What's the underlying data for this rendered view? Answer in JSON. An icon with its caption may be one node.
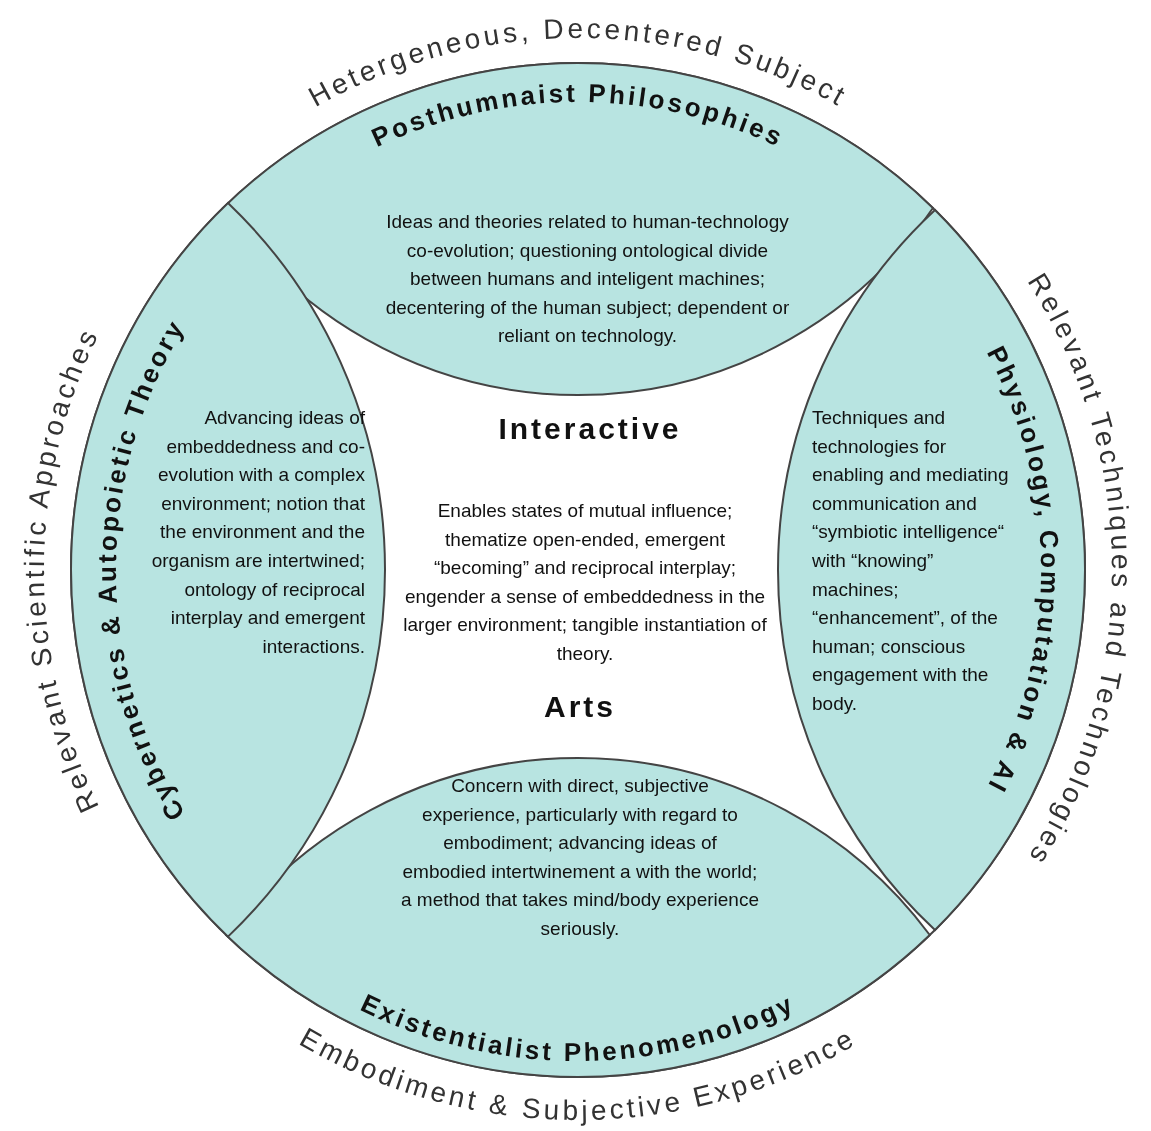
{
  "diagram": {
    "nodes": [
      {
        "text": [
          "Posthumnaist Philosophies",
          "Ideas and theories related to human-technology co-evolution; questioning ontological divide between humans and inteligent machines; decentering of the human subject; dependent or reliant on technology."
        ]
      },
      {
        "text": [
          "Cybernetics & Autopoietic Theory",
          "Advancing ideas of embeddedness and co-evolution with a complex environment; notion that the environment and the organism are intertwined; ontology of reciprocal interplay and emergent interactions."
        ]
      },
      {
        "text": [
          "Interactive",
          "Enables states of mutual influence; thematize open-ended, emergent “becoming” and reciprocal interplay; engender a sense of embeddedness in the larger environment; tangible instantiation of theory.",
          "Arts"
        ]
      },
      {
        "text": [
          "Physiology, Computation & AI",
          "Techniques and technologies for enabling and mediating communication and “symbiotic intelligence“ with “knowing” machines; “enhancement”, of the human; conscious engagement with the body."
        ]
      },
      {
        "text": [
          "Concern with direct, subjective experience, particularly with regard to embodiment; advancing ideas of embodied intertwinement a with the world; a method that takes mind/body experience seriously.",
          "Existentialist Phenomenology"
        ]
      }
    ],
    "labels": [
      "Hetergeneous, Decentered Subject",
      "Relevant Scientific Approaches",
      "Relevant Techniques and Technologies",
      "Embodiment & Subjective Experience"
    ]
  }
}
